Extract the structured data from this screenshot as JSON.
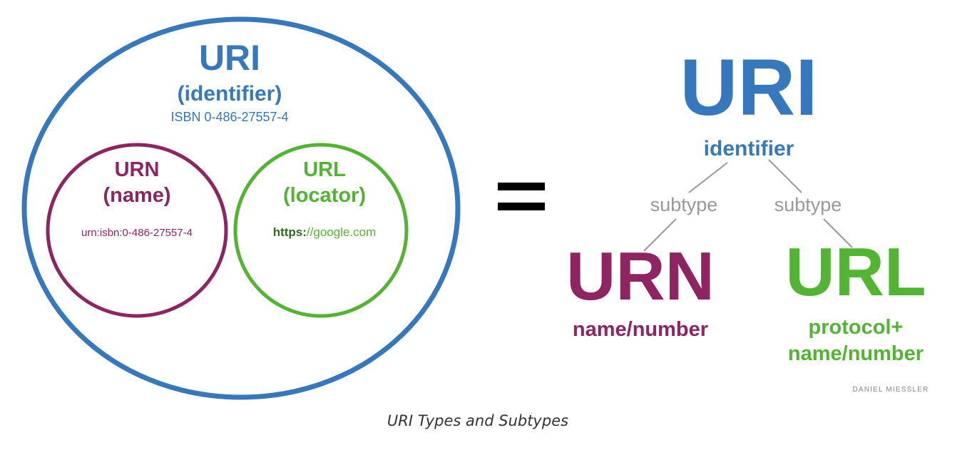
{
  "colors": {
    "uri": "#3578be",
    "urn": "#8e2462",
    "url": "#52b532",
    "url_dark": "#2e6b1f",
    "subtype": "#999999",
    "credit": "#888888"
  },
  "venn": {
    "uri_title": "URI",
    "uri_subtitle": "(identifier)",
    "uri_example": "ISBN 0-486-27557-4",
    "urn_title": "URN",
    "urn_subtitle": "(name)",
    "urn_example": "urn:isbn:0-486-27557-4",
    "url_title": "URL",
    "url_subtitle": "(locator)",
    "url_example_protocol": "https:",
    "url_example_rest": "//google.com"
  },
  "equals": "=",
  "tree": {
    "root": "URI",
    "root_label": "identifier",
    "left_edge": "subtype",
    "right_edge": "subtype",
    "left_node": "URN",
    "left_desc": "name/number",
    "right_node": "URL",
    "right_desc_1": "protocol+",
    "right_desc_2": "name/number",
    "credit": "DANIEL MIESSLER"
  },
  "caption": "URI Types and Subtypes"
}
